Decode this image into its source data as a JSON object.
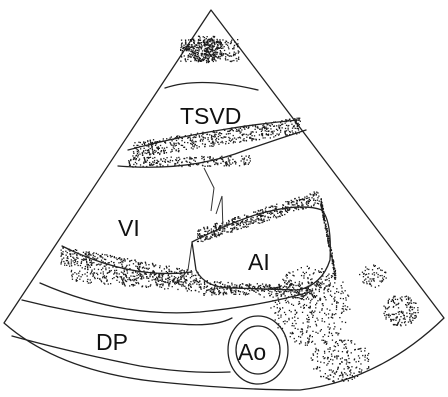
{
  "labels": {
    "tsvd": "TSVD",
    "vi": "VI",
    "ai": "AI",
    "dp": "DP",
    "ao": "Ao"
  },
  "colors": {
    "ink": "#222222",
    "background": "#ffffff",
    "speckle": "#1a1a1a"
  }
}
